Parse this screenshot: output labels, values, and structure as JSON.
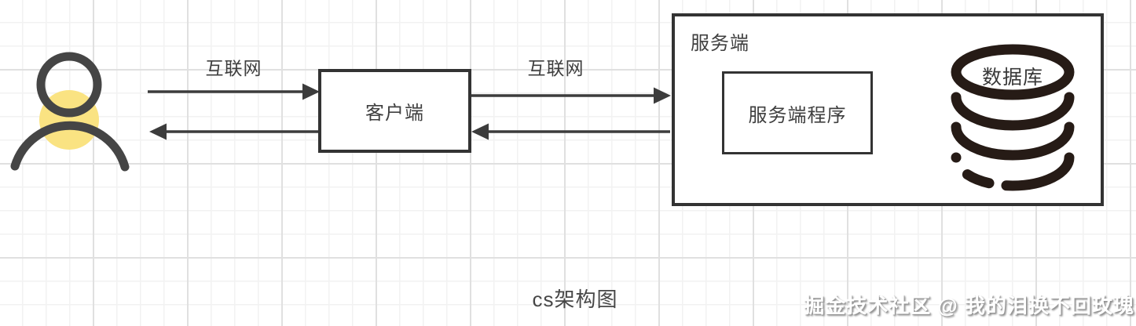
{
  "diagram": {
    "caption": "cs架构图",
    "watermark": "掘金技术社区 @ 我的泪换不回玫瑰",
    "nodes": {
      "user": {
        "icon": "person-icon"
      },
      "client": {
        "label": "客户端"
      },
      "server": {
        "label": "服务端"
      },
      "server_program": {
        "label": "服务端程序"
      },
      "database": {
        "label": "数据库",
        "icon": "database-cylinder-icon"
      }
    },
    "edges": [
      {
        "from": "user",
        "to": "client",
        "label": "互联网",
        "direction": "right"
      },
      {
        "from": "client",
        "to": "user",
        "label": "",
        "direction": "left"
      },
      {
        "from": "client",
        "to": "server",
        "label": "互联网",
        "direction": "right"
      },
      {
        "from": "server",
        "to": "client",
        "label": "",
        "direction": "left"
      },
      {
        "from": "server_program",
        "to": "database",
        "label": "",
        "direction": "right"
      },
      {
        "from": "database",
        "to": "server_program",
        "label": "",
        "direction": "left"
      }
    ],
    "colors": {
      "stroke": "#3c3c3c",
      "box_border": "#333333",
      "text": "#3f3f3f",
      "db_icon": "#261b16",
      "user_yellow": "#fae382",
      "grid_minor": "#f2f2f2",
      "grid_major": "#e0e0e0",
      "background": "#ffffff",
      "watermark_fill": "#ffffff",
      "watermark_shadow": "#8f8f8f"
    }
  }
}
